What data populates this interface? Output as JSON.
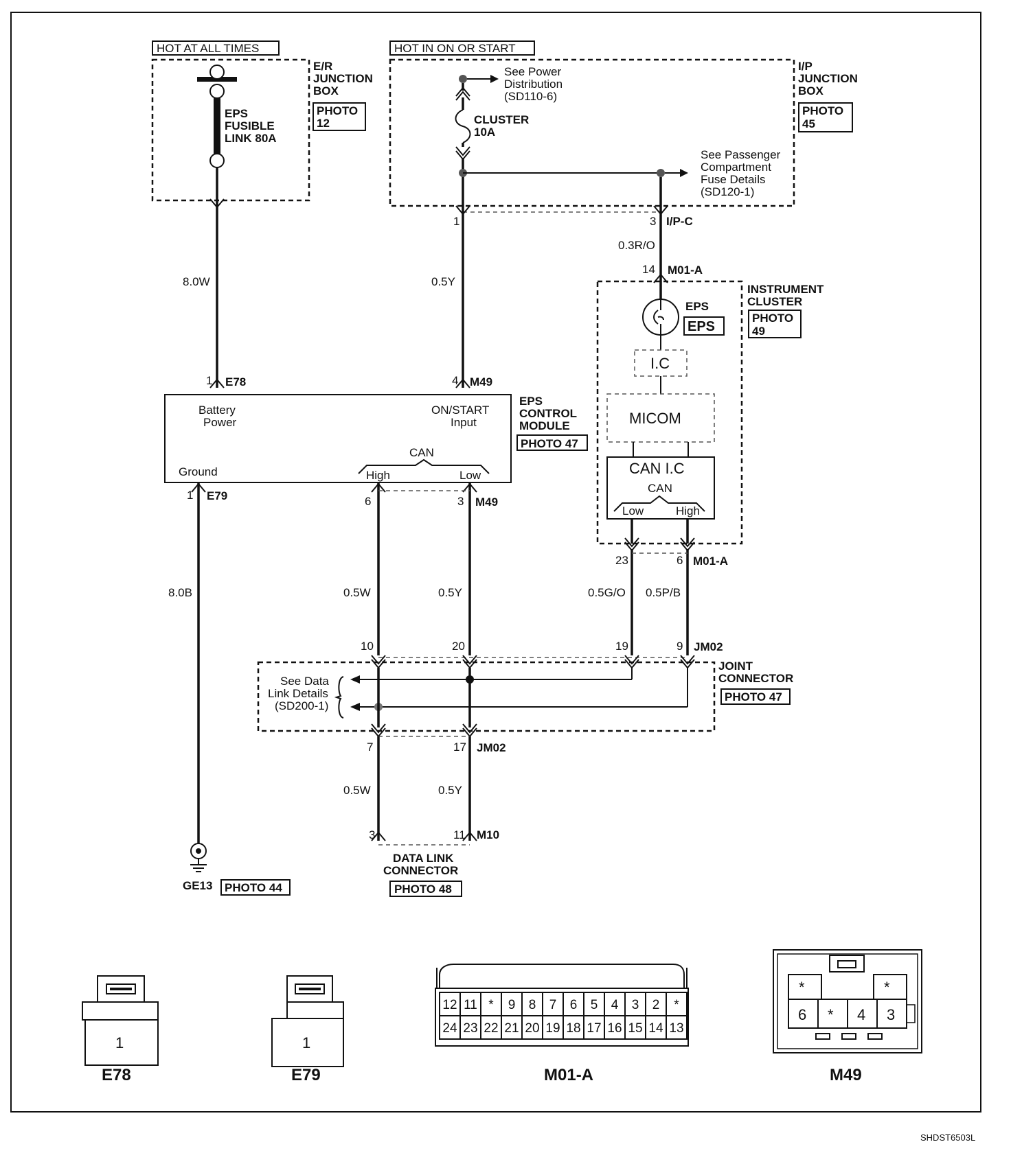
{
  "footer_code": "SHDST6503L",
  "er_box": {
    "hot_label": "HOT AT ALL TIMES",
    "title": [
      "E/R",
      "JUNCTION",
      "BOX"
    ],
    "photo": [
      "PHOTO",
      "12"
    ],
    "fuse": [
      "EPS",
      "FUSIBLE",
      "LINK 80A"
    ]
  },
  "ip_box": {
    "hot_label": "HOT IN ON OR START",
    "title": [
      "I/P",
      "JUNCTION",
      "BOX"
    ],
    "photo": [
      "PHOTO",
      "45"
    ],
    "power_ref": [
      "See Power",
      "Distribution",
      "(SD110-6)"
    ],
    "fuse": [
      "CLUSTER",
      "10A"
    ],
    "fuse_ref": [
      "See Passenger",
      "Compartment",
      "Fuse Details",
      "(SD120-1)"
    ]
  },
  "wires": {
    "w1": "8.0W",
    "w2": "0.5Y",
    "w3": "0.3R/O",
    "w4": "8.0B",
    "w5": "0.5W",
    "w6": "0.5Y",
    "w7": "0.5G/O",
    "w8": "0.5P/B",
    "w9": "0.5W",
    "w10": "0.5Y"
  },
  "pins": {
    "ip_1": "1",
    "ip_3": "3",
    "ip_c": "I/P-C",
    "m01_14": "14",
    "m01_a": "M01-A",
    "e78_1": "1",
    "e78": "E78",
    "m49_4": "4",
    "m49": "M49",
    "e79_1": "1",
    "e79": "E79",
    "m49_6": "6",
    "m49_3": "3",
    "m49b": "M49",
    "m01_23": "23",
    "m01_6": "6",
    "m01_a2": "M01-A",
    "jm_10": "10",
    "jm_20": "20",
    "jm_19": "19",
    "jm_9": "9",
    "jm02": "JM02",
    "jm_7": "7",
    "jm_17": "17",
    "jm02b": "JM02",
    "m10_3": "3",
    "m10_11": "11",
    "m10": "M10"
  },
  "eps_module": {
    "title": [
      "EPS",
      "CONTROL",
      "MODULE"
    ],
    "photo": "PHOTO 47",
    "battery": [
      "Battery",
      "Power"
    ],
    "on_start": [
      "ON/START",
      "Input"
    ],
    "can": "CAN",
    "high": "High",
    "low": "Low",
    "ground": "Ground"
  },
  "cluster": {
    "title": [
      "INSTRUMENT",
      "CLUSTER"
    ],
    "photo": [
      "PHOTO",
      "49"
    ],
    "lamp": "EPS",
    "lamp_icon": "EPS",
    "ic": "I.C",
    "micom": "MICOM",
    "can_ic": "CAN I.C",
    "can": "CAN",
    "low": "Low",
    "high": "High"
  },
  "joint": {
    "title": [
      "JOINT",
      "CONNECTOR"
    ],
    "photo": "PHOTO 47",
    "ref": [
      "See Data",
      "Link Details",
      "(SD200-1)"
    ]
  },
  "dlc": {
    "title": [
      "DATA LINK",
      "CONNECTOR"
    ],
    "photo": "PHOTO 48"
  },
  "ground": {
    "id": "GE13",
    "photo": "PHOTO 44"
  },
  "connectors": {
    "e78": {
      "name": "E78",
      "pin": "1"
    },
    "e79": {
      "name": "E79",
      "pin": "1"
    },
    "m01a": {
      "name": "M01-A",
      "row1": [
        "12",
        "11",
        "*",
        "9",
        "8",
        "7",
        "6",
        "5",
        "4",
        "3",
        "2",
        "*"
      ],
      "row2": [
        "24",
        "23",
        "22",
        "21",
        "20",
        "19",
        "18",
        "17",
        "16",
        "15",
        "14",
        "13"
      ]
    },
    "m49": {
      "name": "M49",
      "top_left": "*",
      "top_right": "*",
      "row": [
        "6",
        "*",
        "4",
        "3"
      ]
    }
  }
}
